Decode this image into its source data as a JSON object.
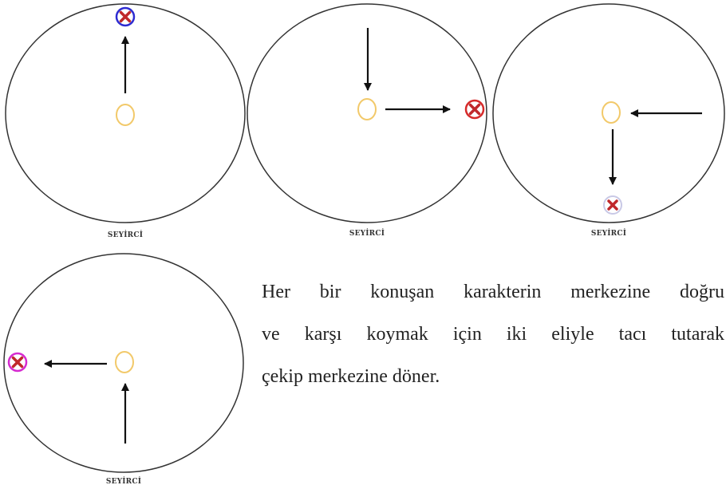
{
  "stage_label": "SEYİRCİ",
  "paragraph": {
    "line1": "Her bir konuşan karakterin merkezine doğru",
    "line2": "ve karşı koymak için iki eliyle tacı tutarak",
    "line3": "çekip merkezine döner."
  },
  "colors": {
    "stage_outline": "#333333",
    "center_marker": "#f2c96a",
    "arrow": "#111111",
    "cross": "#c0282b",
    "ring_diagram_1": "#2d2bd1",
    "ring_diagram_2": "#d62a2a",
    "ring_diagram_3": "#c9c9e6",
    "ring_diagram_4": "#d62ad0"
  }
}
